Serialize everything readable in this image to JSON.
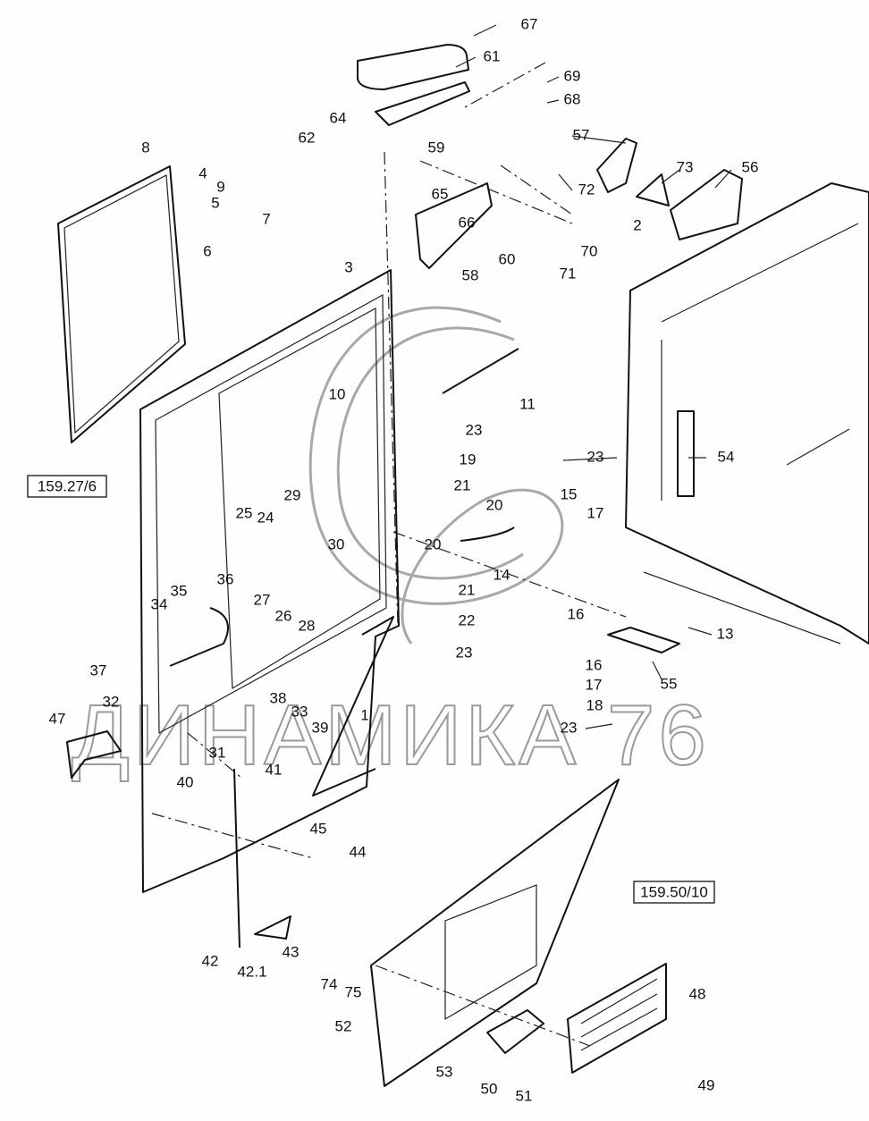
{
  "watermark": "ДИНАМИКА 76",
  "references": {
    "left_window": "159.27/6",
    "side_panel": "159.50/10"
  },
  "labels": [
    "67",
    "61",
    "69",
    "68",
    "64",
    "62",
    "57",
    "59",
    "8",
    "56",
    "73",
    "72",
    "4",
    "9",
    "5",
    "7",
    "6",
    "65",
    "66",
    "2",
    "70",
    "60",
    "71",
    "58",
    "3",
    "10",
    "11",
    "23",
    "23",
    "54",
    "19",
    "21",
    "15",
    "20",
    "17",
    "29",
    "25",
    "24",
    "30",
    "20",
    "14",
    "36",
    "35",
    "34",
    "27",
    "26",
    "28",
    "21",
    "22",
    "16",
    "13",
    "23",
    "37",
    "16",
    "55",
    "17",
    "18",
    "32",
    "38",
    "33",
    "39",
    "23",
    "47",
    "31",
    "1",
    "41",
    "40",
    "45",
    "44",
    "42",
    "42.1",
    "43",
    "74",
    "75",
    "48",
    "52",
    "53",
    "50",
    "51",
    "49"
  ]
}
